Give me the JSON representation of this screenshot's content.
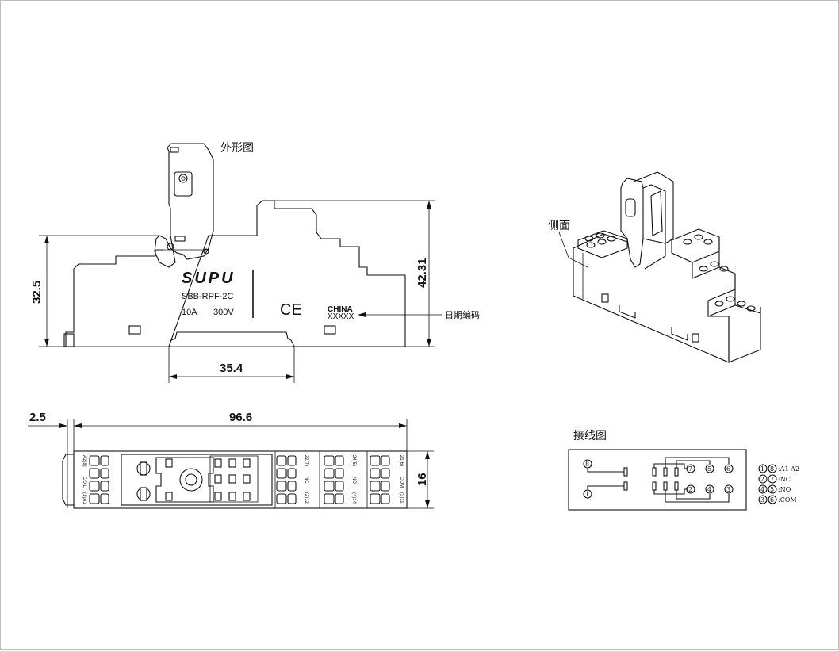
{
  "titles": {
    "outline": "外形图",
    "side": "侧面",
    "wiring": "接线图",
    "date_code": "日期编码"
  },
  "dimensions": {
    "height_left": "32.5",
    "height_right": "42.31",
    "rail_width": "35.4",
    "offset": "2.5",
    "length": "96.6",
    "depth": "16"
  },
  "label": {
    "brand": "SUPU",
    "model": "SBB-RPF-2C",
    "current": "10A",
    "voltage": "300V",
    "mark": "CE",
    "origin": "CHINA",
    "code": "XXXXX"
  },
  "terminals": {
    "coil": [
      "A2(8)",
      "COIL",
      "(1)A1"
    ],
    "group_nc": [
      "22(7)",
      "NC",
      "(2)12"
    ],
    "group_no": [
      "24(5)",
      "NO",
      "(4)14"
    ],
    "group_com": [
      "21(6)",
      "COM",
      "(3)11"
    ]
  },
  "wiring": {
    "pins": [
      "8",
      "1",
      "7",
      "5",
      "6",
      "2",
      "4",
      "3"
    ],
    "legend": [
      {
        "pins": [
          "1",
          "8"
        ],
        "text": ":A1 A2"
      },
      {
        "pins": [
          "2",
          "7"
        ],
        "text": ":NC"
      },
      {
        "pins": [
          "4",
          "5"
        ],
        "text": ":NO"
      },
      {
        "pins": [
          "3",
          "6"
        ],
        "text": ":COM"
      }
    ]
  }
}
